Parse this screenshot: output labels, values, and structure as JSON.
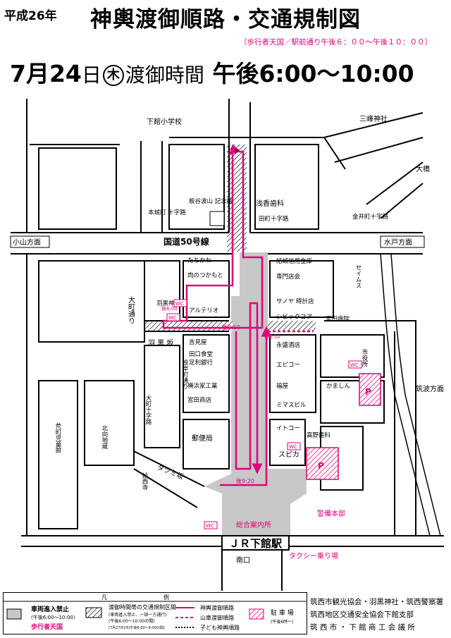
{
  "header": {
    "year": "平成26年",
    "title": "神輿渡御順路・交通規制図",
    "note": "〔歩行者天国／駅前通り午後６：００〜午後１０：００〕",
    "date_month": "7月",
    "date_day": "24",
    "date_day_suffix": "日",
    "weekday": "木",
    "date_label": "渡御時間",
    "time_range": "午後6:00〜10:00"
  },
  "map": {
    "directions": {
      "oyama": "小山方面",
      "mito": "水戸方面",
      "tsukuba": "筑波方面"
    },
    "roads": {
      "route50": "国道50号線",
      "tatsumi": "タツミ坂",
      "haguro": "羽 黒 坂",
      "omachi_dori": "大町通り",
      "negishi": "根岸町通り"
    },
    "intersections": {
      "honjo": "本城町\n十字路",
      "tada": "田町十字路",
      "kanai": "金井町十字路",
      "omachi": "大町十字路"
    },
    "landmarks": {
      "school": "下館小学校",
      "mine_shrine": "三峰神社",
      "ohashi": "大橋",
      "itaya": "板谷波山\n記念館",
      "asaka": "浅香歯科",
      "haguro_shrine": "羽黒神社",
      "arakawa": "荒町児童館",
      "kitamukai": "北向地蔵",
      "myosaiji": "妙西寺",
      "seimusu": "セイムス",
      "cityhall": "市役所",
      "miyata": "宮田病院",
      "kamashin": "かましん",
      "takano": "高野歯科",
      "keibi": "警備本部",
      "annai": "総合案内所",
      "station": "ＪＲ下館駅",
      "south": "南口",
      "taxi": "タクシー乗り場"
    },
    "shops": {
      "tachikawa": "たちかわ",
      "tsukamoto": "肉のつかもと",
      "arterio": "アルテリオ",
      "yoshimiya": "吉見屋",
      "taguchi": "田口食堂",
      "ashikaga": "足利銀行",
      "yokohama": "横浜家工業",
      "miyata_shoten": "宮田商店",
      "post": "郵便局",
      "yuki": "結城信用金庫",
      "senmon": "専門店会",
      "sanoya": "サノヤ\n時計店",
      "shibikku": "シビックコア",
      "nagahama": "永盛酒店",
      "epicor": "エピコー",
      "fukuya": "福屋",
      "mimasu": "ミマスビル",
      "itoko": "イトコー",
      "spica": "スピカ"
    },
    "symbols": {
      "wc": "WC",
      "parking": "P",
      "parking_circle": "P"
    },
    "times": {
      "t650": "後6:50",
      "t600": "後6:00",
      "t920": "後9:20",
      "t950": "後9:50"
    }
  },
  "legend": {
    "heading": "凡　　　　　　　　　　例",
    "closed": "車両進入禁止",
    "closed_sub": "(午後6:00〜10:00)",
    "pedestrian": "歩行者天国",
    "regulated": "渡御時間帯の交通規制区間",
    "regulated_sub1": "(車両進入禁止、一部一方通行)",
    "regulated_sub2": "(午後6:00〜10:00の間)",
    "regulated_sub3": "(7月27日(日)午後6:00〜9:00の間)",
    "route_main": "神輿渡御順路",
    "route_car": "山車渡御順路",
    "route_kids": "子ども神輿順路",
    "parking": "駐 車 場",
    "parking_sub": "(午後6時〜)"
  },
  "organizers": [
    "筑西市観光協会・羽黒神社・筑西警察署",
    "筑西地区交通安全協会下館支部",
    "筑 西 市 ・ 下 館 商 工 会 議 所"
  ]
}
